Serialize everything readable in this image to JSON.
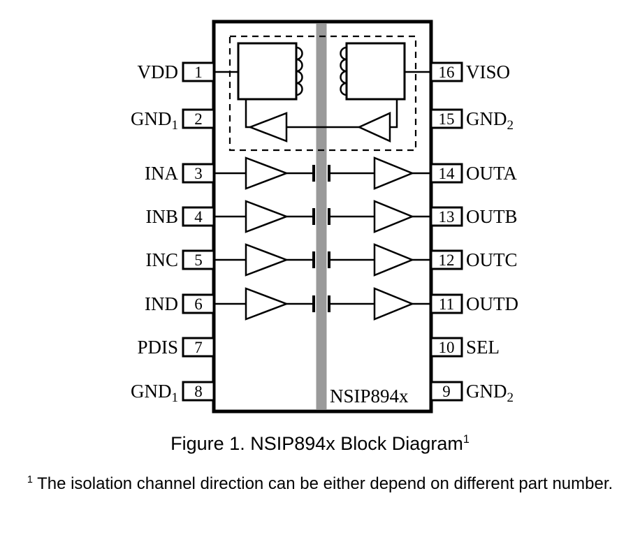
{
  "diagram": {
    "chip_label": "NSIP894x",
    "barrier_color": "#9a9a9a",
    "left_pins": [
      {
        "name": "VDD",
        "sub": "",
        "number": "1"
      },
      {
        "name": "GND",
        "sub": "1",
        "number": "2"
      },
      {
        "name": "INA",
        "sub": "",
        "number": "3"
      },
      {
        "name": "INB",
        "sub": "",
        "number": "4"
      },
      {
        "name": "INC",
        "sub": "",
        "number": "5"
      },
      {
        "name": "IND",
        "sub": "",
        "number": "6"
      },
      {
        "name": "PDIS",
        "sub": "",
        "number": "7"
      },
      {
        "name": "GND",
        "sub": "1",
        "number": "8"
      }
    ],
    "right_pins": [
      {
        "name": "VISO",
        "sub": "",
        "number": "16"
      },
      {
        "name": "GND",
        "sub": "2",
        "number": "15"
      },
      {
        "name": "OUTA",
        "sub": "",
        "number": "14"
      },
      {
        "name": "OUTB",
        "sub": "",
        "number": "13"
      },
      {
        "name": "OUTC",
        "sub": "",
        "number": "12"
      },
      {
        "name": "OUTD",
        "sub": "",
        "number": "11"
      },
      {
        "name": "SEL",
        "sub": "",
        "number": "10"
      },
      {
        "name": "GND",
        "sub": "2",
        "number": "9"
      }
    ]
  },
  "caption": {
    "text": "Figure 1. NSIP894x Block Diagram",
    "sup": "1"
  },
  "footnote": {
    "sup": "1",
    "text": "The isolation channel direction can be either depend on different part number."
  }
}
